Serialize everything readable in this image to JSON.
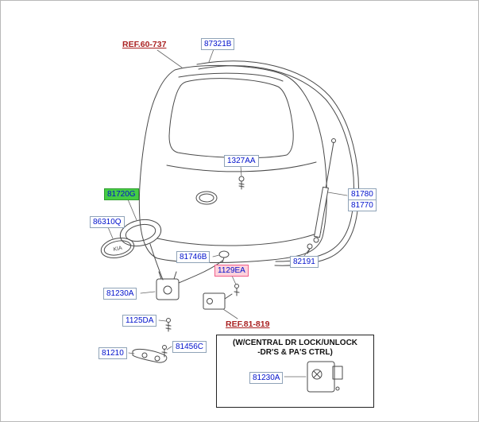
{
  "colors": {
    "part_text": "#0011cc",
    "box_border": "#8fa3b8",
    "ref_text": "#aa2222",
    "highlight_green": "#44cc44",
    "highlight_pink_bg": "#ffd2dc",
    "highlight_pink_border": "#f0608a",
    "line": "#4a4a4a"
  },
  "labels": {
    "ref_top": "REF.60-737",
    "weatherstrip": "87321B",
    "clip_cover": "1327AA",
    "garnish": "81720G",
    "emblem": "86310Q",
    "lifter_upper": "81780",
    "lifter_lower": "81770",
    "handle": "81746B",
    "bolt": "1129EA",
    "stud": "82191",
    "latch": "81230A",
    "latch_screw": "1125DA",
    "ref_actuator": "REF.81-819",
    "lamp": "81210",
    "lamp_screw": "81456C"
  },
  "emblem_text": "KIA",
  "note": {
    "line1": "(W/CENTRAL DR LOCK/UNLOCK",
    "line2": "-DR'S & PA'S CTRL)",
    "part": "81230A"
  }
}
